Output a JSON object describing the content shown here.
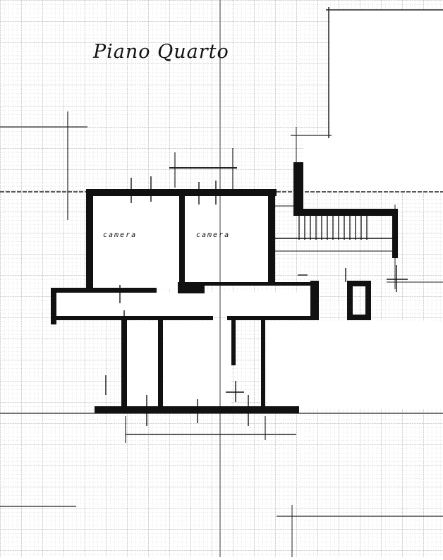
{
  "drawing": {
    "title": "Piano Quarto",
    "rooms": [
      {
        "label": "camera"
      },
      {
        "label": "camera"
      }
    ]
  },
  "colors": {
    "ink": "#111111",
    "grid": "#9a9a9a",
    "paper": "#ffffff"
  }
}
